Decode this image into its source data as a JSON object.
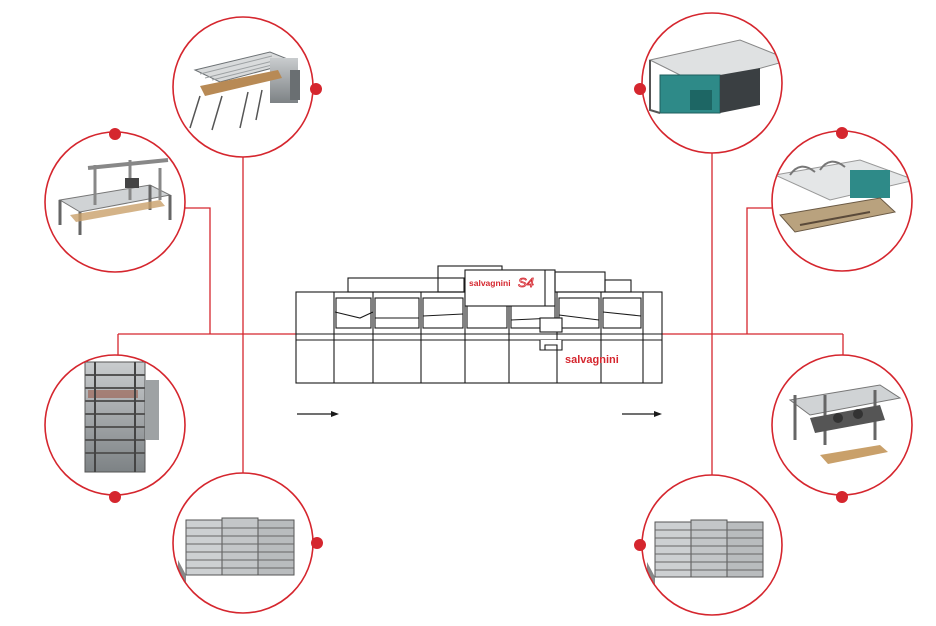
{
  "colors": {
    "accent": "#d5262e",
    "line": "#1a1a1a",
    "bg": "#ffffff",
    "machine_gray": "#8e9396",
    "machine_teal": "#2e8a88"
  },
  "machine": {
    "brand_top": "salvagnini",
    "model": "S4",
    "brand_front": "salvagnini"
  },
  "modules": [
    {
      "side": "left",
      "icon": "loading-unloading-device-icon"
    },
    {
      "side": "left",
      "icon": "sheet-picker-gantry-icon"
    },
    {
      "side": "left",
      "icon": "automatic-storage-tower-icon"
    },
    {
      "side": "left",
      "icon": "drawer-storage-icon"
    },
    {
      "side": "right",
      "icon": "shear-unit-icon"
    },
    {
      "side": "right",
      "icon": "parts-separator-icon"
    },
    {
      "side": "right",
      "icon": "stacking-robot-icon"
    },
    {
      "side": "right",
      "icon": "drawer-storage-icon"
    }
  ]
}
